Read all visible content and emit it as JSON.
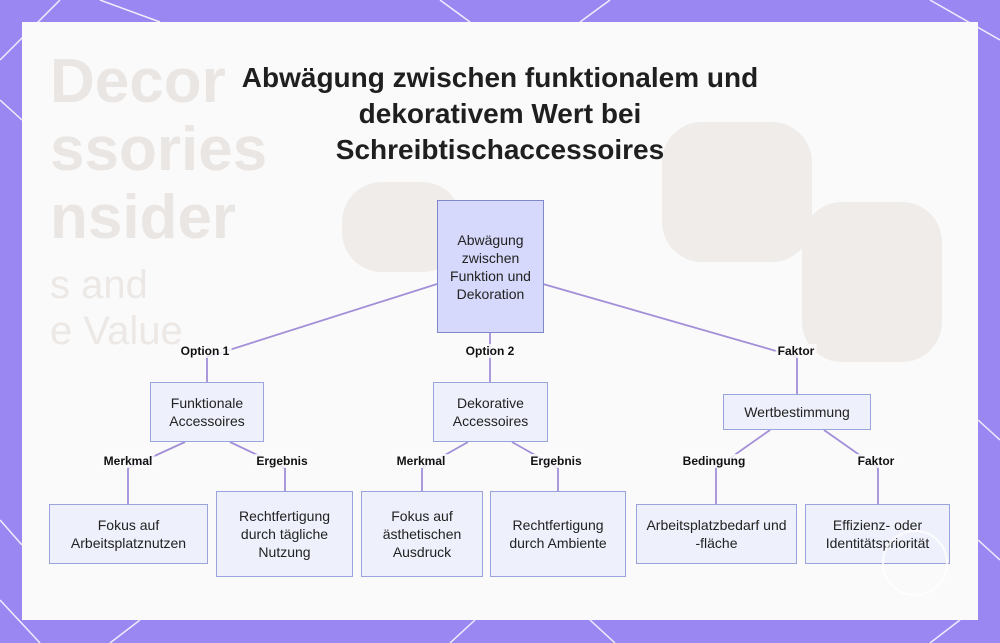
{
  "title_lines": [
    "Abwägung zwischen funktionalem und",
    "dekorativem Wert bei",
    "Schreibtischaccessoires"
  ],
  "background_text": {
    "lines_large": [
      "Decor",
      "ssories",
      "nsider"
    ],
    "lines_small": [
      "s and",
      "e Value"
    ]
  },
  "colors": {
    "frame": "#9b87f2",
    "node_fill": "#eef0fb",
    "root_fill": "#d6d9fb",
    "node_border": "#9aa3dc",
    "edge": "#a28fd8"
  },
  "nodes": {
    "root": "Abwägung zwischen Funktion und Dekoration",
    "functional": "Funktionale Accessoires",
    "decorative": "Dekorative Accessoires",
    "value": "Wertbestimmung",
    "func_focus": "Fokus auf Arbeitsplatznutzen",
    "func_result": "Rechtfertigung durch tägliche Nutzung",
    "deco_focus": "Fokus auf ästhetischen Ausdruck",
    "deco_result": "Rechtfertigung durch Ambiente",
    "value_condition": "Arbeitsplatzbedarf und -fläche",
    "value_factor": "Effizienz- oder Identitätspriorität"
  },
  "edge_labels": {
    "option1": "Option 1",
    "option2": "Option 2",
    "factor_top": "Faktor",
    "func_feature": "Merkmal",
    "func_outcome": "Ergebnis",
    "deco_feature": "Merkmal",
    "deco_outcome": "Ergebnis",
    "condition": "Bedingung",
    "factor_bottom": "Faktor"
  }
}
